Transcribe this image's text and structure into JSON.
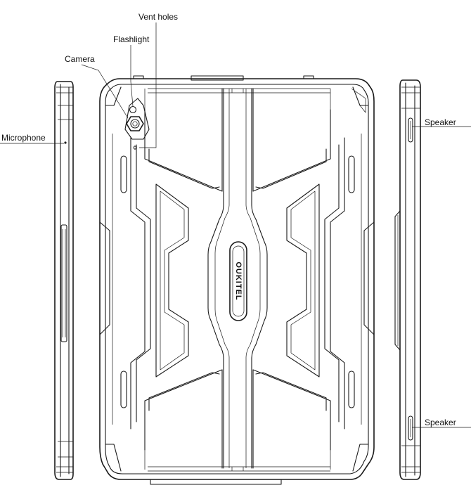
{
  "callouts": {
    "vent_holes": "Vent holes",
    "flashlight": "Flashlight",
    "camera": "Camera",
    "microphone": "Microphone",
    "speaker_top": "Speaker",
    "speaker_bottom": "Speaker"
  },
  "logo_text": "OUKITEL",
  "colors": {
    "line": "#1a1a1a",
    "background": "#ffffff"
  }
}
